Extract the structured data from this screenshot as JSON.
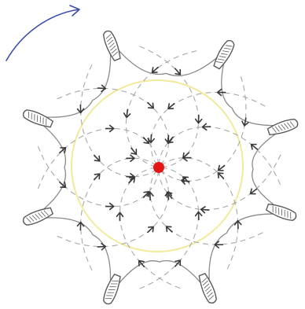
{
  "diagram": {
    "colors": {
      "background": "#ffffff",
      "circle": "#f1ea9a",
      "center_point": "#e41515",
      "flow_arrow": "#3b4ea8",
      "outline": "#8a8a8a",
      "dashed_path": "#a8a8a8",
      "arrow": "#3a3a3a",
      "tip_fill": "#5a5a5a"
    },
    "arm_count": 8,
    "elements": [
      "curved-flow-arrow",
      "star-shaped-outline",
      "yellow-circle",
      "dashed-spiral-flow-lines",
      "direction-arrows",
      "red-center-point"
    ]
  }
}
